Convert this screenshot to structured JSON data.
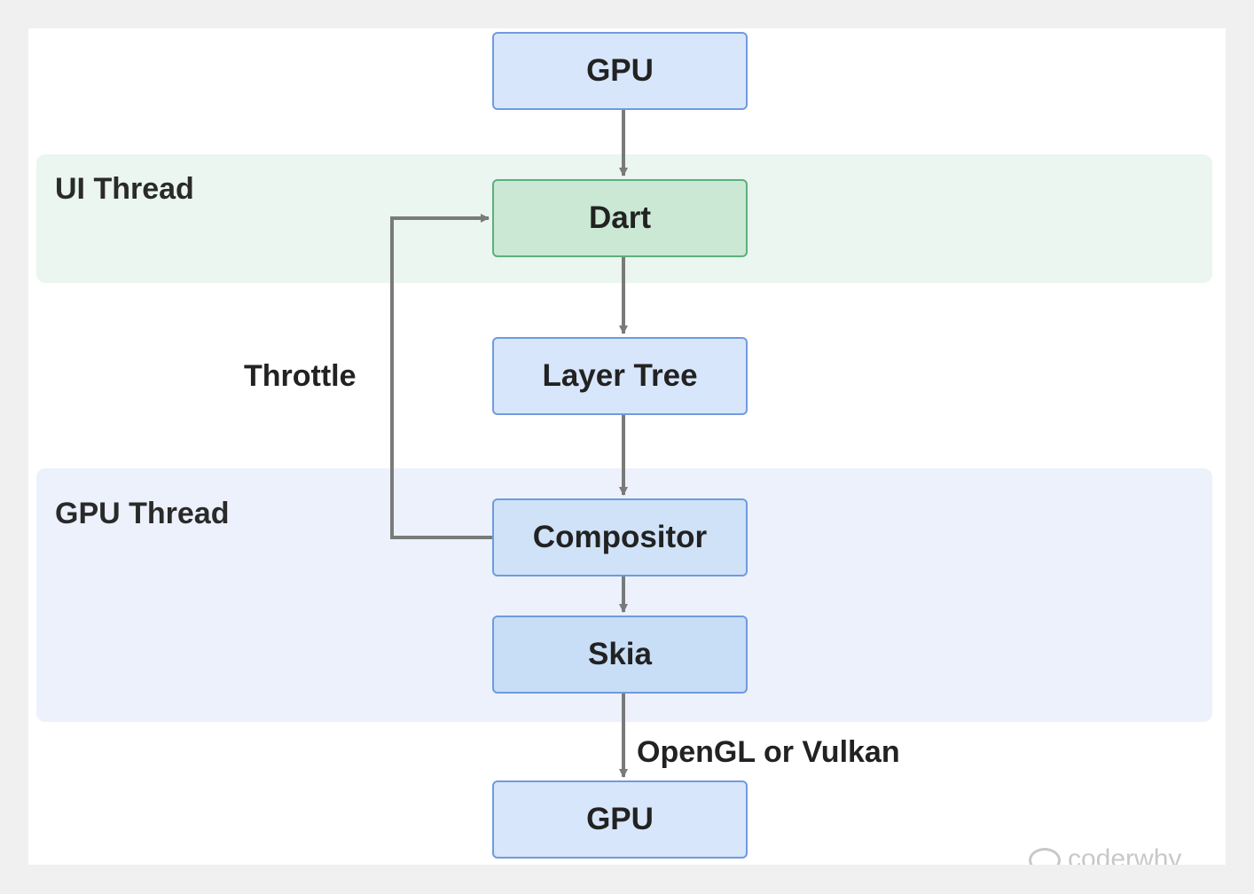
{
  "lanes": {
    "ui_thread": "UI Thread",
    "gpu_thread": "GPU Thread"
  },
  "nodes": {
    "gpu_top": "GPU",
    "dart": "Dart",
    "layer_tree": "Layer Tree",
    "compositor": "Compositor",
    "skia": "Skia",
    "gpu_bottom": "GPU"
  },
  "edges": {
    "throttle": "Throttle",
    "opengl_vulkan": "OpenGL or Vulkan"
  },
  "watermark": "coderwhy",
  "colors": {
    "ui_lane": "#eaf6ef",
    "gpu_lane": "#ecf1fc",
    "node_blue": "#d8e6fb",
    "node_green": "#cbe8d5",
    "arrow": "#7a7a7a"
  }
}
